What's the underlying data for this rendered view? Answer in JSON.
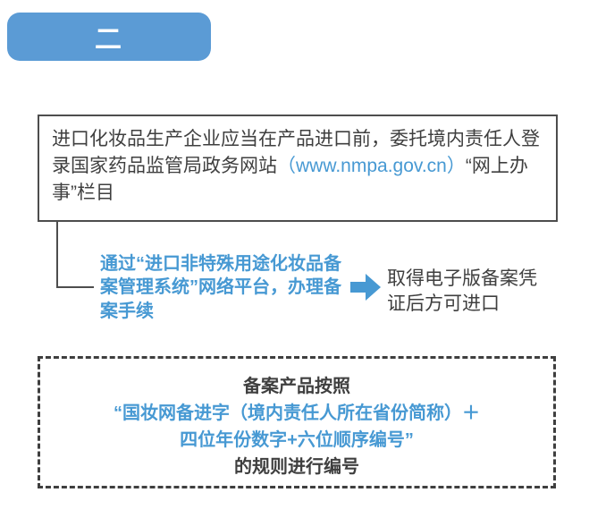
{
  "colors": {
    "accent_blue": "#4799d3",
    "badge_blue": "#5b9bd5",
    "text_dark": "#3f3f3f",
    "border_dark": "#4d4d4d"
  },
  "section_badge": {
    "label": "二"
  },
  "main_box": {
    "text_before": "进口化妆品生产企业应当在产品进口前，委托境内责任人登录国家药品监管局政务网站",
    "url": "（www.nmpa.gov.cn）",
    "text_after": "“网上办事”栏目"
  },
  "flow": {
    "step_text": "通过“进口非特殊用途化妆品备案管理系统”网络平台，办理备案手续",
    "arrow_icon": "arrow-right-icon",
    "result_text": "取得电子版备案凭证后方可进口"
  },
  "rule_box": {
    "line1": "备案产品按照",
    "line2": "“国妆网备进字（境内责任人所在省份简称）＋",
    "line3": "四位年份数字+六位顺序编号”",
    "line4": "的规则进行编号"
  }
}
